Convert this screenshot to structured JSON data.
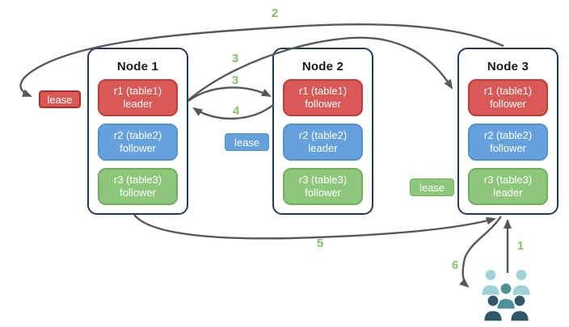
{
  "nodes": [
    {
      "title": "Node 1",
      "replicas": [
        {
          "name": "r1 (table1)",
          "role": "leader",
          "color": "red"
        },
        {
          "name": "r2 (table2)",
          "role": "follower",
          "color": "blue"
        },
        {
          "name": "r3 (table3)",
          "role": "follower",
          "color": "green"
        }
      ]
    },
    {
      "title": "Node 2",
      "replicas": [
        {
          "name": "r1 (table1)",
          "role": "follower",
          "color": "red"
        },
        {
          "name": "r2 (table2)",
          "role": "leader",
          "color": "blue"
        },
        {
          "name": "r3 (table3)",
          "role": "follower",
          "color": "green"
        }
      ]
    },
    {
      "title": "Node 3",
      "replicas": [
        {
          "name": "r1 (table1)",
          "role": "follower",
          "color": "red"
        },
        {
          "name": "r2 (table2)",
          "role": "follower",
          "color": "blue"
        },
        {
          "name": "r3 (table3)",
          "role": "leader",
          "color": "green"
        }
      ]
    }
  ],
  "leases": {
    "red": "lease",
    "blue": "lease",
    "green": "lease"
  },
  "steps": {
    "s1": "1",
    "s2": "2",
    "s3a": "3",
    "s3b": "3",
    "s4": "4",
    "s5": "5",
    "s6": "6"
  },
  "icons": {
    "users": "users-group-icon"
  },
  "colors": {
    "replica_red": "#d85955",
    "replica_blue": "#65a1dd",
    "replica_green": "#8dc77c",
    "node_border": "#223a5e",
    "arrow": "#57585a",
    "step_label": "#84c468",
    "users_light": "#9fd2d7",
    "users_mid": "#4d8f9a",
    "users_dark": "#30566a"
  }
}
